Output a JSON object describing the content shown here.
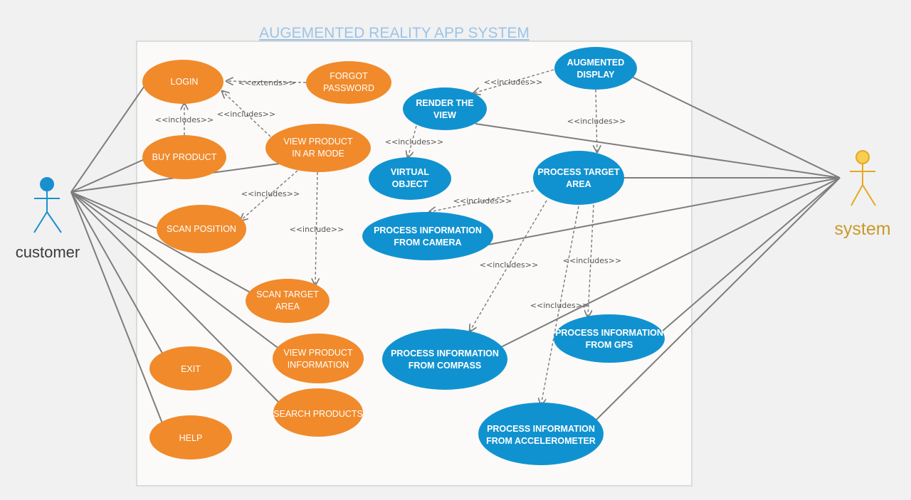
{
  "title": "AUGEMENTED REALITY APP SYSTEM",
  "actors": {
    "customer": {
      "label": "customer",
      "color": "#1a8fd0",
      "label_color": "#3b3b3b"
    },
    "system": {
      "label": "system",
      "color": "#e7a821",
      "label_color": "#c89a2a"
    }
  },
  "use_cases": {
    "login": {
      "lines": [
        "LOGIN"
      ]
    },
    "forgot_password": {
      "lines": [
        "FORGOT",
        "PASSWORD"
      ]
    },
    "buy_product": {
      "lines": [
        "BUY PRODUCT"
      ]
    },
    "view_product_ar": {
      "lines": [
        "VIEW PRODUCT",
        "IN AR MODE"
      ]
    },
    "scan_position": {
      "lines": [
        "SCAN POSITION"
      ]
    },
    "scan_target_area": {
      "lines": [
        "SCAN TARGET",
        "AREA"
      ]
    },
    "view_product_info": {
      "lines": [
        "VIEW PRODUCT",
        "INFORMATION"
      ]
    },
    "exit": {
      "lines": [
        "EXIT"
      ]
    },
    "search_products": {
      "lines": [
        "SEARCH PRODUCTS"
      ]
    },
    "help": {
      "lines": [
        "HELP"
      ]
    },
    "augmented_display": {
      "lines": [
        "AUGMENTED",
        "DISPLAY"
      ]
    },
    "render_view": {
      "lines": [
        "RENDER THE",
        "VIEW"
      ]
    },
    "virtual_object": {
      "lines": [
        "VIRTUAL",
        "OBJECT"
      ]
    },
    "process_target_area": {
      "lines": [
        "PROCESS TARGET",
        "AREA"
      ]
    },
    "process_camera": {
      "lines": [
        "PROCESS INFORMATION",
        "FROM CAMERA"
      ]
    },
    "process_compass": {
      "lines": [
        "PROCESS INFORMATION",
        "FROM COMPASS"
      ]
    },
    "process_gps": {
      "lines": [
        "PROCESS INFORMATION",
        "FROM GPS"
      ]
    },
    "process_accelerometer": {
      "lines": [
        "PROCESS INFORMATION",
        "FROM ACCELEROMETER"
      ]
    }
  },
  "relations": {
    "extends": "<<extends>>",
    "includes": "<<includes>>",
    "include": "<<include>>"
  },
  "colors": {
    "orange": "#f18a2b",
    "blue": "#1192d0",
    "title": "#9cc3e6"
  }
}
